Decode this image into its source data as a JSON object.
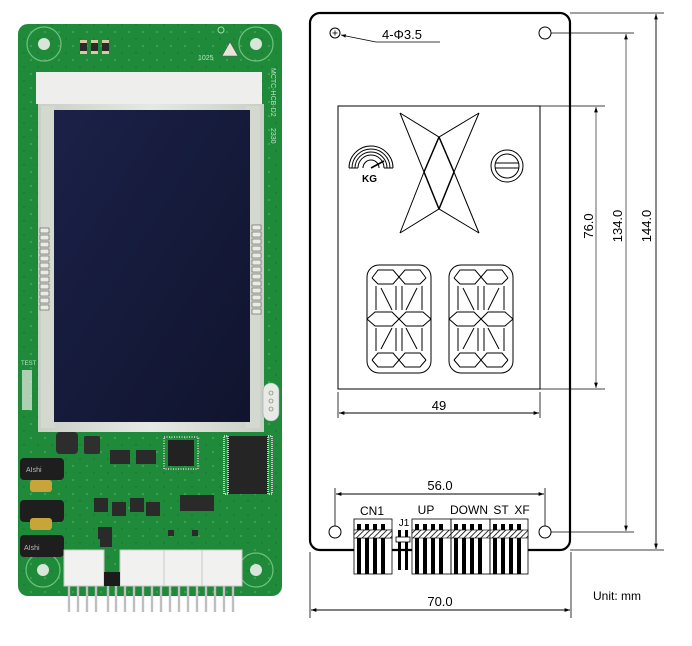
{
  "photo": {
    "board_label": "MCTC-HCB-D2",
    "board_code": "2330",
    "board_date_code": "1025",
    "test_label": "TEST",
    "capacitor_label": "AIshi",
    "colors": {
      "pcb_green": "#1f8a3a",
      "pcb_green_dark": "#136b2a",
      "lcd_panel": "#141a3c",
      "bezel": "#d9ddd6",
      "connector_white": "#f1f1ef"
    }
  },
  "drawing": {
    "hole_spec": "4-Φ3.5",
    "kg_label": "KG",
    "connectors": {
      "cn1": "CN1",
      "j1": "J1",
      "up": "UP",
      "down": "DOWN",
      "st": "ST",
      "xf": "XF"
    },
    "dimensions": {
      "display_width": "49",
      "connector_span": "56.0",
      "board_width": "70.0",
      "display_height": "76.0",
      "hole_span_height": "134.0",
      "board_height": "144.0"
    },
    "unit": "Unit: mm",
    "colors": {
      "line": "#000000",
      "dim_line": "#555555"
    }
  }
}
